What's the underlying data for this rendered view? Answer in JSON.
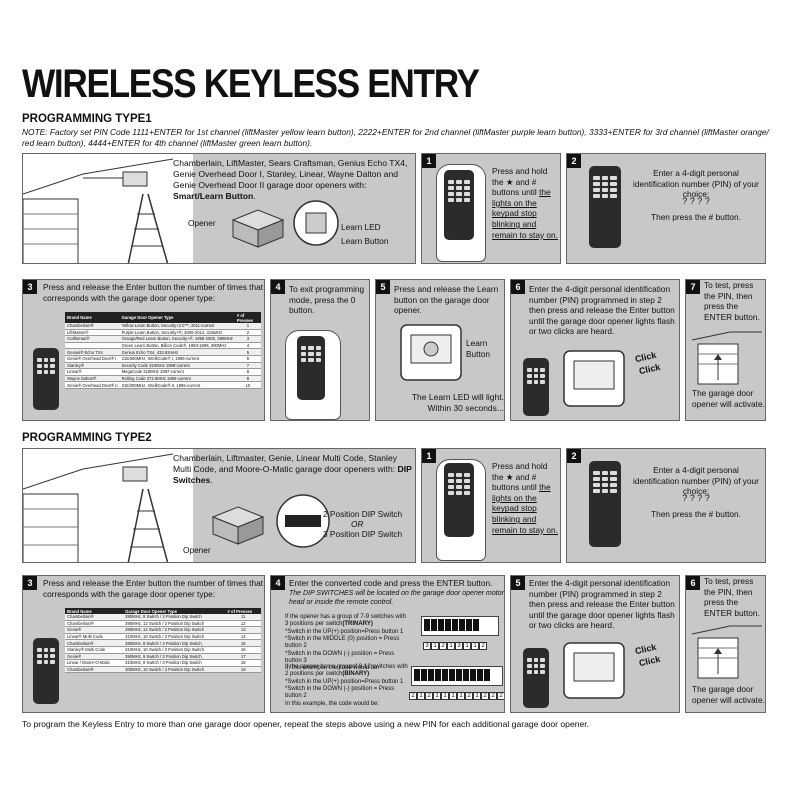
{
  "title": "WIRELESS KEYLESS ENTRY",
  "type1": {
    "heading": "PROGRAMMING TYPE1",
    "note": "NOTE: Factory set PIN Code 1111+ENTER for 1st channel (liftMaster yellow learn button), 2222+ENTER for 2nd channel (liftMaster purple learn button), 3333+ENTER for 3rd channel (liftMaster orange/ red learn button), 4444+ENTER for 4th channel (liftMaster green learn button).",
    "intro_text": "Chamberlain, LiftMaster, Sears Craftsman, Genius Echo TX4, Genie Overhead Door I, Stanley, Linear, Wayne Dalton and Genie Overhead Door II garage door openers with:",
    "intro_bold": "Smart/Learn Button",
    "intro_end": ".",
    "label_opener": "Opener",
    "label_learn_led": "Learn LED",
    "label_learn_button": "Learn Button",
    "step1": {
      "num": "1",
      "text": "Press and hold the ★ and # buttons until",
      "underline": "the lights on the keypad stop blinking and remain to stay on."
    },
    "step2": {
      "num": "2",
      "text": "Enter a 4-digit personal identification number (PIN) of your choice:",
      "pin": "? ? ? ?",
      "then": "Then press the # button."
    },
    "step3": {
      "num": "3",
      "text": "Press and release the Enter button the number of times that corresponds with the garage door opener type:",
      "table_headers": [
        "Brand Name",
        "Garage Door Opener Type",
        "# of Presses"
      ],
      "table_rows": [
        [
          "Chamberlain®",
          "Yellow Learn Button, Security+2.0™, 2011-current",
          "1"
        ],
        [
          "LiftMaster®",
          "Purple Learn Button, Security+®, 2006-2014, 315MHz",
          "2"
        ],
        [
          "Craftsman®",
          "Orange/Red Learn Button, Security+®, 1998-2005, 390MHz",
          "3"
        ],
        [
          "",
          "Green Learn Button, Billion Code®, 1993-1996, 390MHz",
          "4"
        ],
        [
          "Genius® Echo TX4",
          "Genius Echo TX4, 433.92mHz",
          "5"
        ],
        [
          "Genie® Overhead Door® I",
          "315/390MHz, IntelliCode® I, 1995-current",
          "6"
        ],
        [
          "Stanley®",
          "Security Code 310MHz 1998-current",
          "7"
        ],
        [
          "Linear®",
          "MegaCode 318MHz 1997-current",
          "8"
        ],
        [
          "Wayne Dalton®",
          "Rolling Code 372.5MHz 1999-current",
          "9"
        ],
        [
          "Genie® Overhead Door® II",
          "315/390MHz, IntelliCode® II, 1995-current",
          "10"
        ]
      ]
    },
    "step4": {
      "num": "4",
      "text": "To exit programming mode, press the 0 button."
    },
    "step5": {
      "num": "5",
      "text": "Press and release the Learn button on the garage door opener.",
      "learn_label": "Learn Button",
      "bottom": "The Learn LED will light. Within 30 seconds..."
    },
    "step6": {
      "num": "6",
      "text": "Enter the 4-digit personal identification number (PIN) programmed in step 2 then press and release the Enter button until the garage door opener lights flash or two clicks are heard.",
      "click1": "Click",
      "click2": "Click"
    },
    "step7": {
      "num": "7",
      "text": "To test, press the PIN, then press the ENTER button.",
      "bottom": "The garage door opener will activate."
    }
  },
  "type2": {
    "heading": "PROGRAMMING TYPE2",
    "intro_text": "Chamberlain, Liftmaster, Genie, Linear Multi Code, Stanley Multi Code, and Moore-O-Matic garage door openers with:",
    "intro_bold": "DIP Switches",
    "intro_end": ".",
    "label_opener": "Opener",
    "dip_label1": "2 Position DIP Switch",
    "dip_or": "OR",
    "dip_label2": "3 Position DIP Switch",
    "step1": {
      "num": "1",
      "text": "Press and hold the ★ and # buttons until",
      "underline": "the lights on the keypad stop blinking and remain to stay on."
    },
    "step2": {
      "num": "2",
      "text": "Enter a 4-digit personal identification number (PIN) of your choice:",
      "pin": "? ? ? ?",
      "then": "Then press the # button."
    },
    "step3": {
      "num": "3",
      "text": "Press and release the Enter button the number of times that corresponds with the garage door opener type:",
      "table_headers": [
        "Brand Name",
        "Garage Door Opener Type",
        "# of Presses"
      ],
      "table_rows": [
        [
          "Chamberlain®",
          "390MHz, 9 Switch / 3 Position Dip Switch",
          "11"
        ],
        [
          "Chamberlain®",
          "390MHz, 12 Switch / 2 Position Dip Switch",
          "12"
        ],
        [
          "Genie®",
          "390MHz, 12 Switch / 2 Position Dip Switch",
          "13"
        ],
        [
          "Linear® Multi Code",
          "310MHz, 10 Switch / 2 Position Dip Switch",
          "14"
        ],
        [
          "Chamberlain®",
          "390MHz, 8 Switch / 3 Position Dip Switch",
          "15"
        ],
        [
          "Stanley® Multi Code",
          "310MHz, 10 Switch / 2 Position Dip Switch",
          "16"
        ],
        [
          "Genie®",
          "390MHz, 9 Switch / 3 Position Dip Switch",
          "17"
        ],
        [
          "Linear / Moore-O-Matic",
          "310MHz, 8 Switch / 3 Position Dip Switch",
          "18"
        ],
        [
          "Chamberlain®",
          "300MHz, 10 Switch / 2 Position Dip Switch",
          "19"
        ]
      ]
    },
    "step4": {
      "num": "4",
      "text": "Enter the converted code and press the ENTER button.",
      "italic": "The DIP SWITCHES will be located on the garage door opener motor head or inside the remote control.",
      "trinary_intro": "If the opener has a group of 7-9 switches with 3 positions per switch",
      "trinary_bold": "(TRINARY)",
      "trinary_lines": [
        "*Switch in the UP(+) position=Press button 1",
        "*Switch in the MIDDLE (0) position = Press button 2",
        "*Switch in the DOWN (-) position = Press button 3",
        "In this example, the code would be:"
      ],
      "trinary_code": [
        "3",
        "1",
        "2",
        "1",
        "3",
        "1",
        "1",
        "2"
      ],
      "binary_intro": "If the opener has a groupof 8-12 switches with 2 positions per switch",
      "binary_bold": "(BINARY)",
      "binary_lines": [
        "*Switch in the UP(+) position=Press button 1",
        "*Switch in the DOWN (-) position = Press button 2",
        "In this example, the code would be:"
      ],
      "binary_code": [
        "2",
        "1",
        "2",
        "1",
        "1",
        "1",
        "1",
        "2",
        "1",
        "2",
        "2",
        "2"
      ]
    },
    "step5": {
      "num": "5",
      "text": "Enter the 4-digit personal identification number (PIN) programmed in step 2 then press and release the Enter button until the garage door opener lights flash or two clicks are heard.",
      "click1": "Click",
      "click2": "Click"
    },
    "step6": {
      "num": "6",
      "text": "To test, press the PIN, then press the ENTER button.",
      "bottom": "The garage door opener will activate."
    }
  },
  "footer": "To program the Keyless Entry to more than one garage door opener, repeat the steps above using a new PIN for each additional garage door opener."
}
